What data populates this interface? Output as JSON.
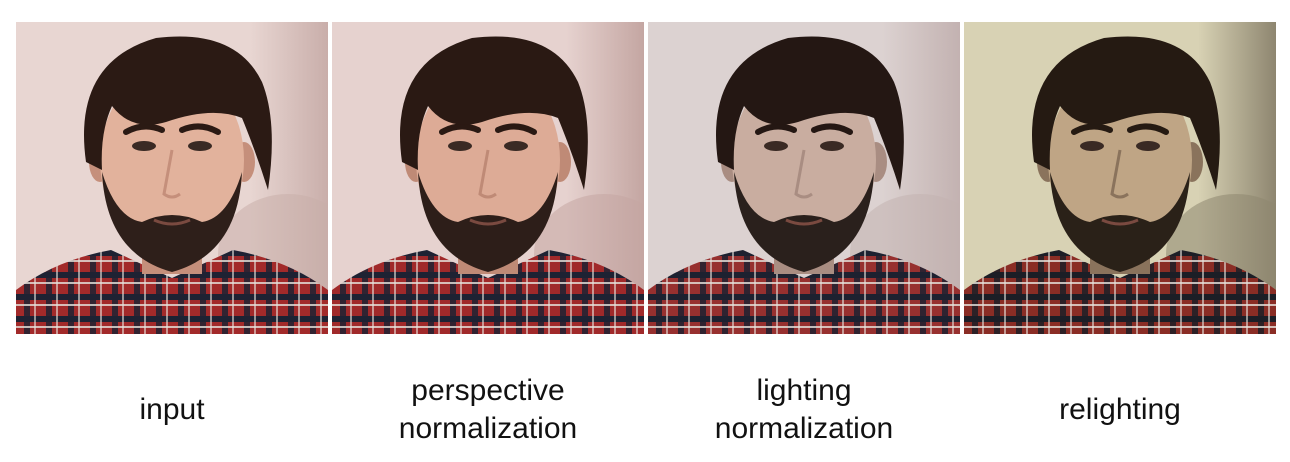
{
  "panels": [
    {
      "caption_line1": "input",
      "caption_line2": "",
      "background": "#e8d6d2",
      "background_shadow": "#c9aeaa",
      "skin": "#e2b29c",
      "skin_shade": "#c58f7b",
      "hair": "#2b1a14",
      "beard": "#2e1f1a",
      "shirt_red": "#a22a2a",
      "shirt_dark": "#1e2233"
    },
    {
      "caption_line1": "perspective",
      "caption_line2": "normalization",
      "background": "#e6d2cf",
      "background_shadow": "#c4a6a2",
      "skin": "#ddab96",
      "skin_shade": "#bf8a76",
      "hair": "#2a1913",
      "beard": "#2d1e19",
      "shirt_red": "#a0292a",
      "shirt_dark": "#1e2233"
    },
    {
      "caption_line1": "lighting",
      "caption_line2": "normalization",
      "background": "#dcd2d1",
      "background_shadow": "#c3b2b1",
      "skin": "#c9ada0",
      "skin_shade": "#a98d82",
      "hair": "#241713",
      "beard": "#2a201c",
      "shirt_red": "#97302f",
      "shirt_dark": "#1d2130"
    },
    {
      "caption_line1": "relighting",
      "caption_line2": "",
      "background": "#d8d2b4",
      "background_shadow": "#8e8670",
      "skin": "#bfa585",
      "skin_shade": "#8a735c",
      "hair": "#251a12",
      "beard": "#2a2118",
      "shirt_red": "#8a2d25",
      "shirt_dark": "#1c1e26"
    }
  ]
}
